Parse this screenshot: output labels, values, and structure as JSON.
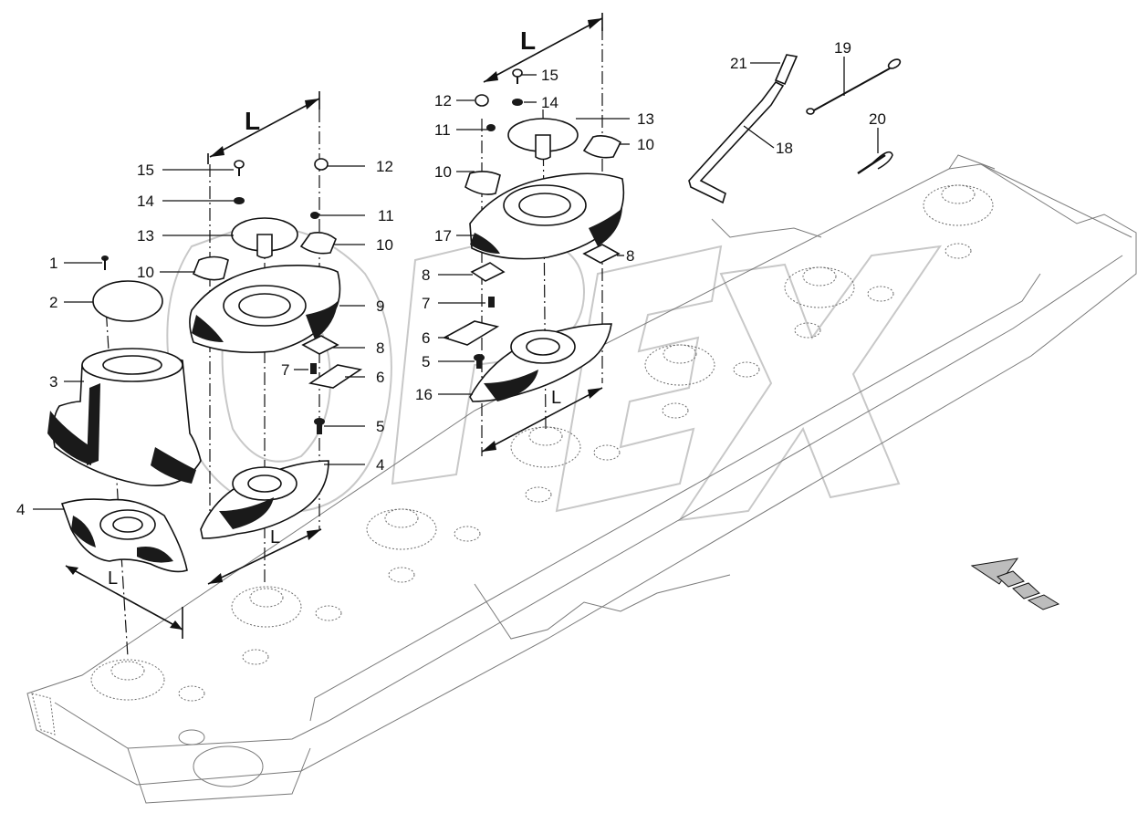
{
  "dimension_label": "L",
  "watermark": "OPEX",
  "callouts": [
    {
      "id": "c1",
      "text": "1"
    },
    {
      "id": "c2",
      "text": "2"
    },
    {
      "id": "c3",
      "text": "3"
    },
    {
      "id": "c4a",
      "text": "4"
    },
    {
      "id": "c4b",
      "text": "4"
    },
    {
      "id": "c5a",
      "text": "5"
    },
    {
      "id": "c5b",
      "text": "5"
    },
    {
      "id": "c6a",
      "text": "6"
    },
    {
      "id": "c6b",
      "text": "6"
    },
    {
      "id": "c7a",
      "text": "7"
    },
    {
      "id": "c7b",
      "text": "7"
    },
    {
      "id": "c8a",
      "text": "8"
    },
    {
      "id": "c8b",
      "text": "8"
    },
    {
      "id": "c8c",
      "text": "8"
    },
    {
      "id": "c9",
      "text": "9"
    },
    {
      "id": "c10a",
      "text": "10"
    },
    {
      "id": "c10b",
      "text": "10"
    },
    {
      "id": "c10c",
      "text": "10"
    },
    {
      "id": "c10d",
      "text": "10"
    },
    {
      "id": "c11a",
      "text": "11"
    },
    {
      "id": "c11b",
      "text": "11"
    },
    {
      "id": "c12a",
      "text": "12"
    },
    {
      "id": "c12b",
      "text": "12"
    },
    {
      "id": "c13a",
      "text": "13"
    },
    {
      "id": "c13b",
      "text": "13"
    },
    {
      "id": "c14a",
      "text": "14"
    },
    {
      "id": "c14b",
      "text": "14"
    },
    {
      "id": "c15a",
      "text": "15"
    },
    {
      "id": "c15b",
      "text": "15"
    },
    {
      "id": "c16",
      "text": "16"
    },
    {
      "id": "c17",
      "text": "17"
    },
    {
      "id": "c18",
      "text": "18"
    },
    {
      "id": "c19",
      "text": "19"
    },
    {
      "id": "c20",
      "text": "20"
    },
    {
      "id": "c21",
      "text": "21"
    }
  ],
  "colors": {
    "line": "#111111",
    "background": "#ffffff",
    "watermark": "#c8c8c8",
    "faint": "#7a7a7a"
  }
}
